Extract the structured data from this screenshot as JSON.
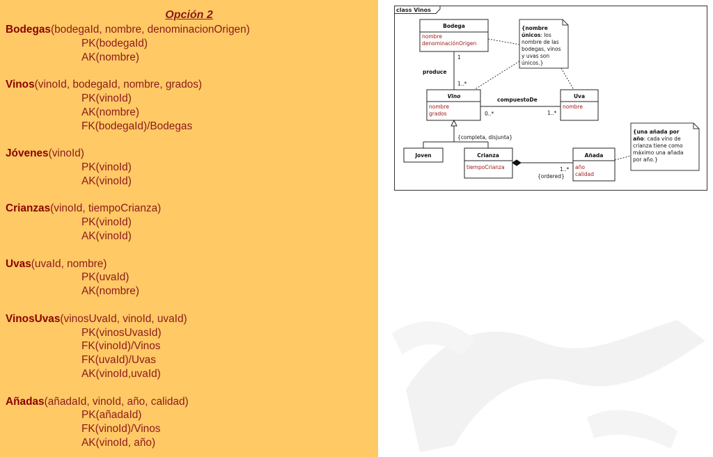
{
  "slide": {
    "title": "Opción 2",
    "relations": [
      {
        "name": "Bodegas",
        "attrs": "(bodegaId, nombre, denominacionOrigen)",
        "constraints": [
          "PK(bodegaId)",
          "AK(nombre)"
        ]
      },
      {
        "name": "Vinos",
        "attrs": "(vinoId, bodegaId, nombre, grados)",
        "constraints": [
          "PK(vinoId)",
          "AK(nombre)",
          "FK(bodegaId)/Bodegas"
        ]
      },
      {
        "name": "Jóvenes",
        "attrs": "(vinoId)",
        "constraints": [
          "PK(vinoId)",
          "AK(vinoId)"
        ]
      },
      {
        "name": "Crianzas",
        "attrs": "(vinoId, tiempoCrianza)",
        "constraints": [
          "PK(vinoId)",
          "AK(vinoId)"
        ]
      },
      {
        "name": "Uvas",
        "attrs": "(uvaId, nombre)",
        "constraints": [
          "PK(uvaId)",
          "AK(nombre)"
        ]
      },
      {
        "name": "VinosUvas",
        "attrs": "(vinosUvaId, vinoId, uvaId)",
        "constraints": [
          "PK(vinosUvasId)",
          "FK(vinoId)/Vinos",
          "FK(uvaId)/Uvas",
          "AK(vinoId,uvaId)"
        ]
      },
      {
        "name": "Añadas",
        "attrs": "(añadaId,  vinoId, año, calidad)",
        "constraints": [
          "PK(añadaId)",
          "FK(vinoId)/Vinos",
          "AK(vinoId, año)"
        ]
      }
    ]
  },
  "diagram": {
    "frame_title": "class Vinos",
    "classes": {
      "bodega": {
        "name": "Bodega",
        "attrs": [
          "nombre",
          "denominaciónOrigen"
        ]
      },
      "vino": {
        "name": "Vino",
        "attrs": [
          "nombre",
          "grados"
        ]
      },
      "uva": {
        "name": "Uva",
        "attrs": [
          "nombre"
        ]
      },
      "joven": {
        "name": "Joven"
      },
      "crianza": {
        "name": "Crianza",
        "attrs": [
          "tiempoCrianza"
        ]
      },
      "anada": {
        "name": "Añada",
        "attrs": [
          "año",
          "calidad"
        ]
      }
    },
    "associations": {
      "produce": {
        "label": "produce",
        "mult_bodega": "1",
        "mult_vino": "1..*"
      },
      "compuesto": {
        "label": "compuestoDe",
        "mult_vino": "0..*",
        "mult_uva": "1..*"
      },
      "generalization": "{completa, disjunta}",
      "composition": {
        "mult": "1..*",
        "constraint": "{ordered}"
      }
    },
    "notes": {
      "unique_names": {
        "bold": "{nombre únicos",
        "text": ": los nombre de las bodegas, vinos y uvas son únicos.}"
      },
      "one_per_year": {
        "bold": "{una añada por año",
        "text": ": cada vino de crianza tiene como máximo una añada por año.}"
      }
    }
  },
  "colors": {
    "panel": "#ffc966",
    "heading": "#8b0000",
    "text": "#8b1a1a",
    "uml_attr": "#a01818"
  }
}
